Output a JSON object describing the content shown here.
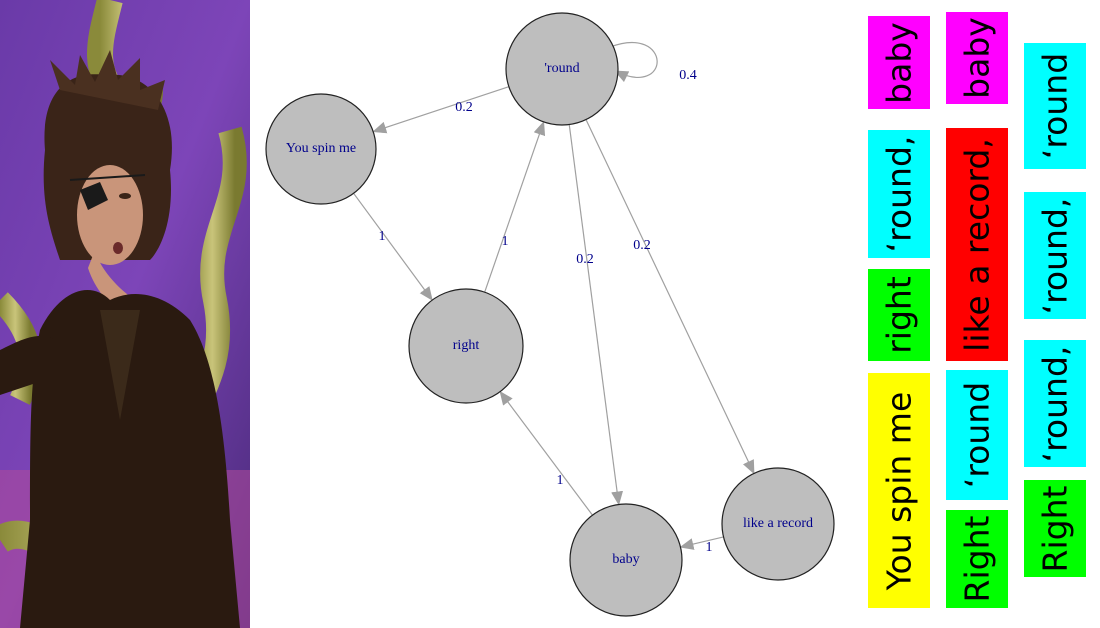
{
  "colors": {
    "yellow": "#ffff00",
    "green": "#00ff00",
    "cyan": "#00ffff",
    "magenta": "#ff00ff",
    "red": "#ff0000",
    "node_fill": "#bebebe",
    "edge": "#a0a0a0",
    "label": "#00008b"
  },
  "graph": {
    "nodes": [
      {
        "id": "round",
        "label": "'round"
      },
      {
        "id": "you",
        "label": "You spin me"
      },
      {
        "id": "right",
        "label": "right"
      },
      {
        "id": "baby",
        "label": "baby"
      },
      {
        "id": "record",
        "label": "like a record"
      }
    ],
    "edges": [
      {
        "from": "round",
        "to": "you",
        "label": "0.2"
      },
      {
        "from": "round",
        "to": "round",
        "label": "0.4"
      },
      {
        "from": "you",
        "to": "right",
        "label": "1"
      },
      {
        "from": "right",
        "to": "round",
        "label": "1"
      },
      {
        "from": "round",
        "to": "baby",
        "label": "0.2"
      },
      {
        "from": "round",
        "to": "record",
        "label": "0.2"
      },
      {
        "from": "baby",
        "to": "right",
        "label": "1"
      },
      {
        "from": "record",
        "to": "baby",
        "label": "1"
      }
    ]
  },
  "lyrics": {
    "columns": [
      [
        {
          "text": "You spin me",
          "color": "yellow"
        },
        {
          "text": "right",
          "color": "green"
        },
        {
          "text": "‘round,",
          "color": "cyan"
        },
        {
          "text": "baby",
          "color": "magenta"
        }
      ],
      [
        {
          "text": "Right",
          "color": "green"
        },
        {
          "text": "‘round",
          "color": "cyan"
        },
        {
          "text": "like a record,",
          "color": "red"
        },
        {
          "text": "baby",
          "color": "magenta"
        }
      ],
      [
        {
          "text": "Right",
          "color": "green"
        },
        {
          "text": "‘round,",
          "color": "cyan"
        },
        {
          "text": "‘round,",
          "color": "cyan"
        },
        {
          "text": "‘round",
          "color": "cyan"
        }
      ]
    ]
  }
}
